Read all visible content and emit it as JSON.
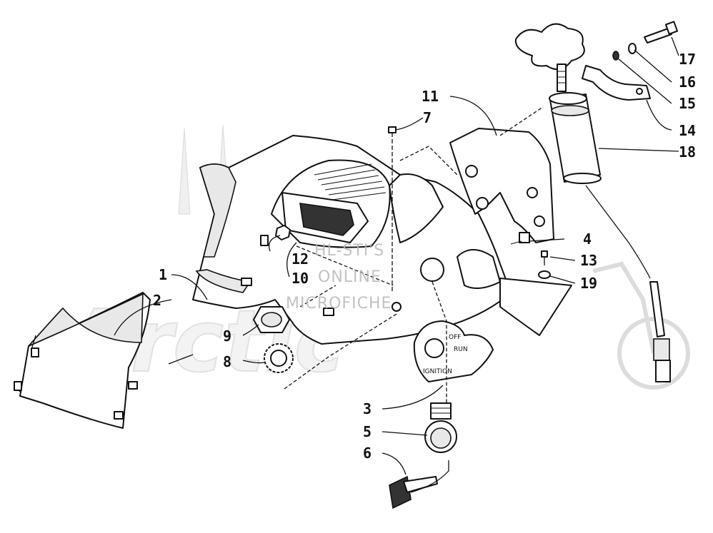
{
  "diagram": {
    "callouts": [
      "1",
      "2",
      "3",
      "4",
      "5",
      "6",
      "7",
      "8",
      "9",
      "10",
      "11",
      "12",
      "13",
      "14",
      "15",
      "16",
      "17",
      "18",
      "19"
    ],
    "switch_labels": {
      "off": "OFF",
      "run": "RUN",
      "ignition": "IGNITION"
    }
  },
  "watermark": {
    "lines": [
      "HL-STI'S",
      "ONLINE",
      "MICROFICHE"
    ],
    "logo": "Arctic"
  }
}
